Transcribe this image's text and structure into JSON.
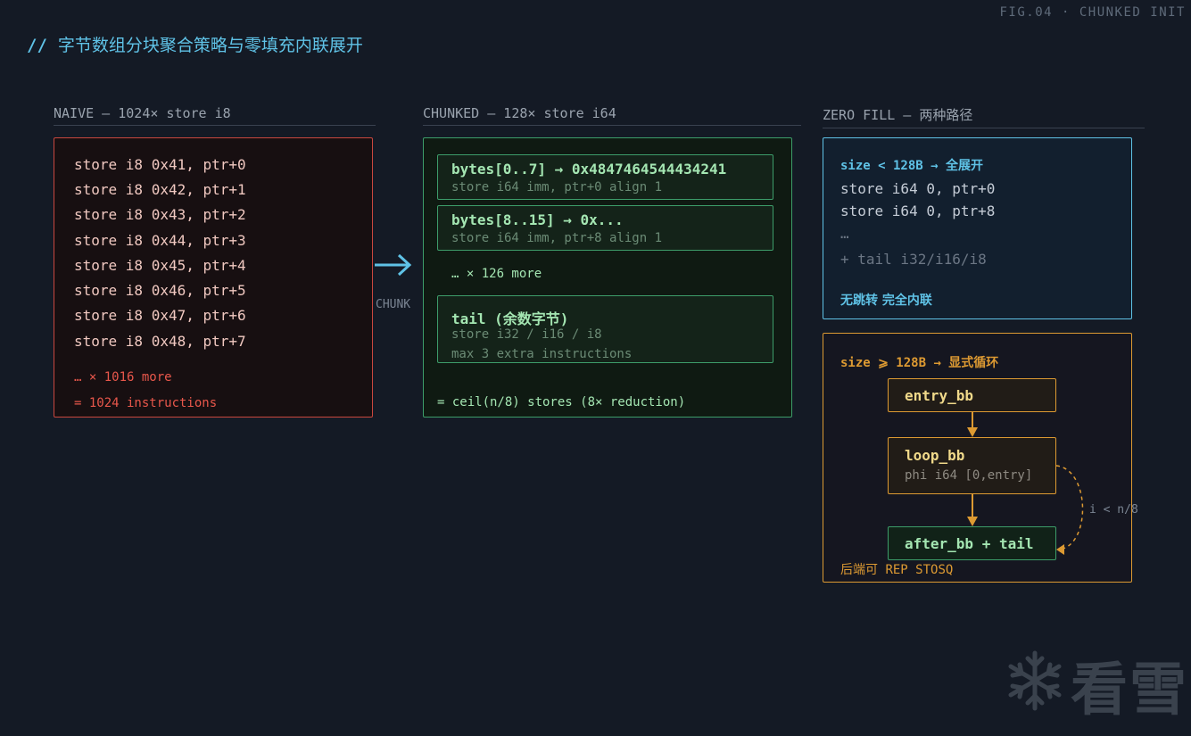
{
  "fig_tag": "FIG.04 · CHUNKED INIT",
  "title": "字节数组分块聚合策略与零填充内联展开",
  "title_prefix": "//",
  "colors": {
    "naive": "#c9473f",
    "chunked": "#3d9d6a",
    "inline": "#5fc2e6",
    "loop": "#dd9a32",
    "title": "#5fc2e6"
  },
  "naive": {
    "header": "NAIVE — 1024× store i8",
    "lines": [
      "store i8 0x41, ptr+0",
      "store i8 0x42, ptr+1",
      "store i8 0x43, ptr+2",
      "store i8 0x44, ptr+3",
      "store i8 0x45, ptr+4",
      "store i8 0x46, ptr+5",
      "store i8 0x47, ptr+6",
      "store i8 0x48, ptr+7"
    ],
    "more": "… × 1016 more",
    "total": "= 1024 instructions"
  },
  "arrow_label": "CHUNK",
  "chunked": {
    "header": "CHUNKED — 128× store i64",
    "chunks": [
      {
        "main": "bytes[0..7] → 0x4847464544434241",
        "sub": "store i64 imm, ptr+0 align 1"
      },
      {
        "main": "bytes[8..15] → 0x...",
        "sub": "store i64 imm, ptr+8 align 1"
      }
    ],
    "more": "… × 126 more",
    "tail": {
      "main": "tail (余数字节)",
      "sub1": "store i32 / i16 / i8",
      "sub2": "max 3 extra instructions"
    },
    "summary": "= ceil(n/8) stores (8× reduction)"
  },
  "zero_fill": {
    "header": "ZERO FILL — 两种路径",
    "inline": {
      "header": "size < 128B → 全展开",
      "lines": [
        "store i64 0, ptr+0",
        "store i64 0, ptr+8",
        "…",
        "+ tail i32/i16/i8"
      ],
      "footer": "无跳转 完全内联"
    },
    "loop": {
      "header": "size ⩾ 128B → 显式循环",
      "entry": "entry_bb",
      "loop_name": "loop_bb",
      "loop_sub": "phi i64 [0,entry]",
      "loop_cond": "i < n/8",
      "after": "after_bb + tail",
      "backend_cjk": "后端可",
      "backend_code": "REP STOSQ"
    }
  },
  "watermark": "看雪"
}
